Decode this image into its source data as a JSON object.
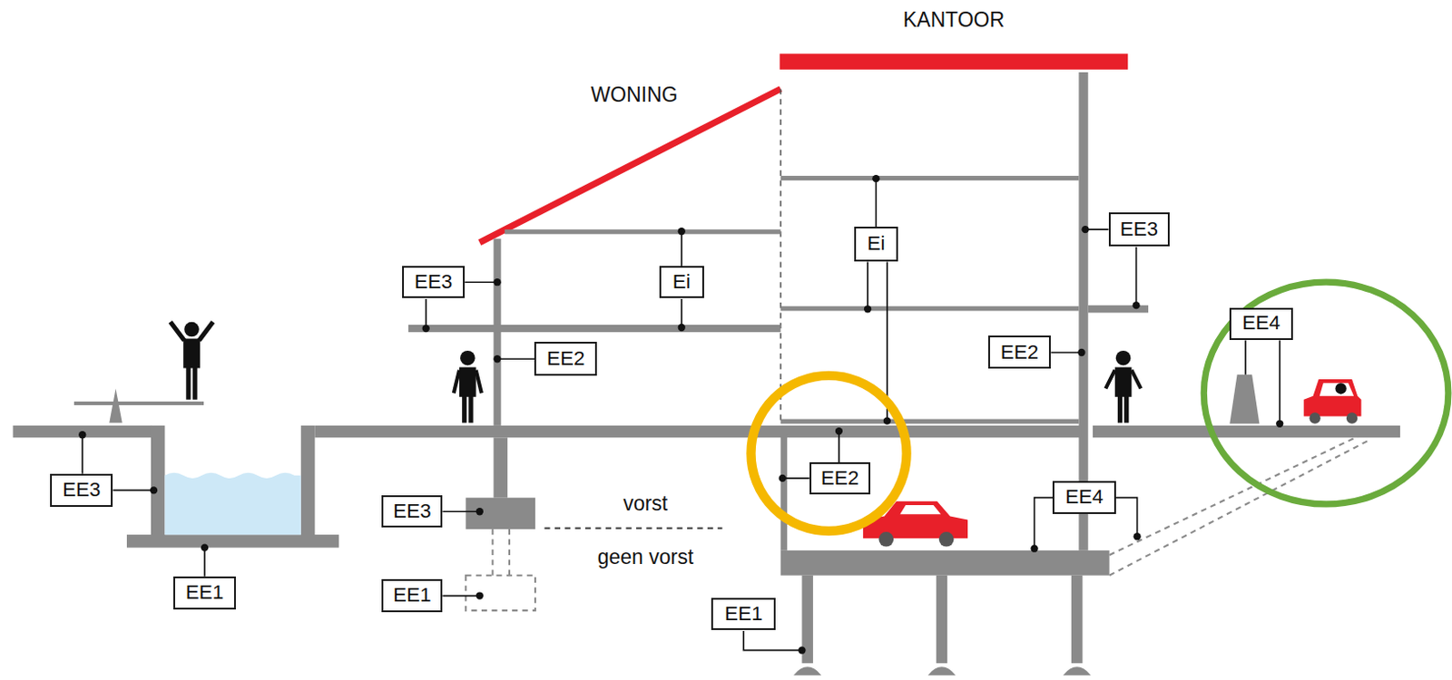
{
  "diagram": {
    "nodes": [
      {
        "text": [
          "Ei"
        ]
      },
      {
        "text": [
          "EE3"
        ]
      },
      {
        "text": [
          "EE3"
        ]
      },
      {
        "text": [
          "Ei"
        ]
      },
      {
        "text": [
          "EE4"
        ]
      },
      {
        "text": [
          "EE2"
        ]
      },
      {
        "text": [
          "EE2"
        ]
      },
      {
        "text": [
          "EE3"
        ]
      },
      {
        "text": [
          "EE2"
        ]
      },
      {
        "text": [
          "EE4"
        ]
      },
      {
        "text": [
          "EE3"
        ]
      },
      {
        "text": [
          "EE1"
        ]
      },
      {
        "text": [
          "EE1"
        ]
      },
      {
        "text": [
          "EE1"
        ]
      }
    ],
    "labels": [
      "KANTOOR",
      "WONING",
      "vorst",
      "geen vorst"
    ]
  }
}
